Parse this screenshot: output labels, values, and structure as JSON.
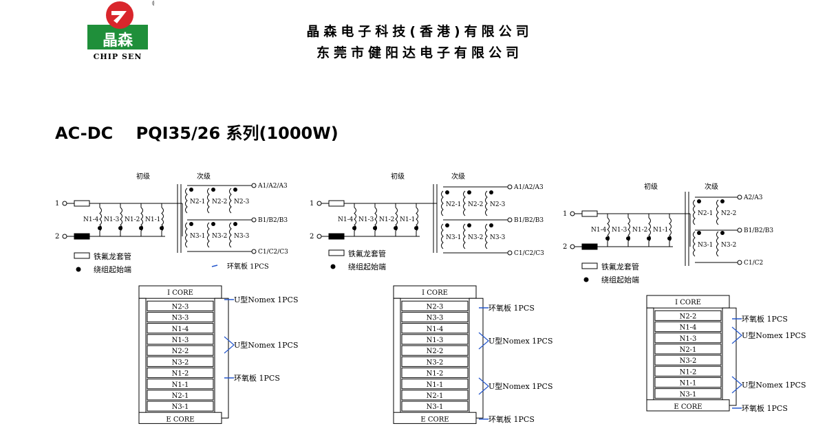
{
  "logo": {
    "brand_cn": "晶森",
    "brand_en": "CHIP SEN",
    "registered": "®"
  },
  "company": {
    "line1": "晶森电子科技(香港)有限公司",
    "line2": "东莞市健阳达电子有限公司"
  },
  "page_title": "AC-DC    PQI35/26 系列(1000W)",
  "schematic_labels": {
    "primary": "初级",
    "secondary": "次级",
    "pin1": "1",
    "pin2": "2",
    "teflon_sleeve": "铁氟龙套管",
    "winding_start": "绕组起始端",
    "epoxy_board": "环氧板",
    "pcs1": "1PCS"
  },
  "diagrams": [
    {
      "primary_windings": [
        "N1-4",
        "N1-3",
        "N1-2",
        "N1-1"
      ],
      "secondary_rows": [
        [
          "N2-1",
          "N2-2",
          "N2-3"
        ],
        [
          "N3-1",
          "N3-2",
          "N3-3"
        ]
      ],
      "outputs": [
        "A1/A2/A3",
        "B1/B2/B3",
        "C1/C2/C3"
      ],
      "stack_top": "I CORE",
      "stack_layers": [
        "N2-3",
        "N3-3",
        "N1-4",
        "N1-3",
        "N2-2",
        "N3-2",
        "N1-2",
        "N1-1",
        "N2-1",
        "N3-1"
      ],
      "stack_bottom": "E CORE",
      "annotations": [
        "U型Nomex 1PCS",
        "U型Nomex 1PCS",
        "环氧板  1PCS"
      ]
    },
    {
      "primary_windings": [
        "N1-4",
        "N1-3",
        "N1-2",
        "N1-1"
      ],
      "secondary_rows": [
        [
          "N2-1",
          "N2-2",
          "N2-3"
        ],
        [
          "N3-1",
          "N3-2",
          "N3-3"
        ]
      ],
      "outputs": [
        "A1/A2/A3",
        "B1/B2/B3",
        "C1/C2/C3"
      ],
      "stack_top": "I CORE",
      "stack_layers": [
        "N2-3",
        "N3-3",
        "N1-4",
        "N1-3",
        "N2-2",
        "N3-2",
        "N1-2",
        "N1-1",
        "N2-1",
        "N3-1"
      ],
      "stack_bottom": "E CORE",
      "annotations": [
        "环氧板  1PCS",
        "U型Nomex 1PCS",
        "U型Nomex 1PCS",
        "环氧板  1PCS"
      ]
    },
    {
      "primary_windings": [
        "N1-4",
        "N1-3",
        "N1-2",
        "N1-1"
      ],
      "secondary_rows": [
        [
          "N2-1",
          "N2-2"
        ],
        [
          "N3-1",
          "N3-2"
        ]
      ],
      "outputs": [
        "A2/A3",
        "B1/B2/B3",
        "C1/C2"
      ],
      "stack_top": "I CORE",
      "stack_layers": [
        "N2-2",
        "N1-4",
        "N1-3",
        "N2-1",
        "N3-2",
        "N1-2",
        "N1-1",
        "N3-1"
      ],
      "stack_bottom": "E CORE",
      "annotations": [
        "环氧板  1PCS",
        "U型Nomex 1PCS",
        "U型Nomex 1PCS",
        "环氧板  1PCS"
      ]
    }
  ]
}
